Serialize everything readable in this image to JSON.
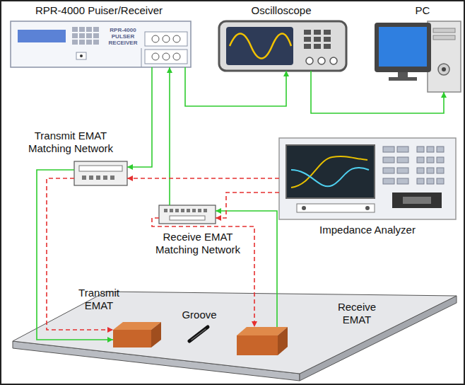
{
  "diagram": {
    "nodes": [
      {
        "text": [
          "RPR-4000 Puiser/Receiver",
          "RPR-4000 PULSER RECEIVER"
        ]
      },
      {
        "text": [
          "Oscilloscope"
        ]
      },
      {
        "text": [
          "PC"
        ]
      },
      {
        "text": [
          "Transmit EMAT Matching Network"
        ]
      },
      {
        "text": [
          "Receive EMAT Matching Network"
        ]
      },
      {
        "text": [
          "Impedance Analyzer"
        ]
      },
      {
        "text": [
          "Transmit EMAT"
        ]
      },
      {
        "text": [
          "Receive EMAT"
        ]
      }
    ],
    "edges": [
      {
        "from": 0,
        "to": 3,
        "arrow": "to"
      },
      {
        "from": 4,
        "to": 0,
        "arrow": "to"
      },
      {
        "from": 0,
        "to": 1,
        "arrow": "to"
      },
      {
        "from": 1,
        "to": 2,
        "arrow": "to"
      },
      {
        "from": 3,
        "to": 6,
        "arrow": "to"
      },
      {
        "from": 7,
        "to": 4,
        "arrow": "to"
      },
      {
        "from": 5,
        "to": 3,
        "arrow": "to"
      },
      {
        "from": 3,
        "to": 6,
        "arrow": "to"
      },
      {
        "from": 5,
        "to": 4,
        "arrow": "to"
      },
      {
        "from": 4,
        "to": 7,
        "arrow": "to"
      }
    ],
    "labels": [
      "Groove"
    ]
  }
}
